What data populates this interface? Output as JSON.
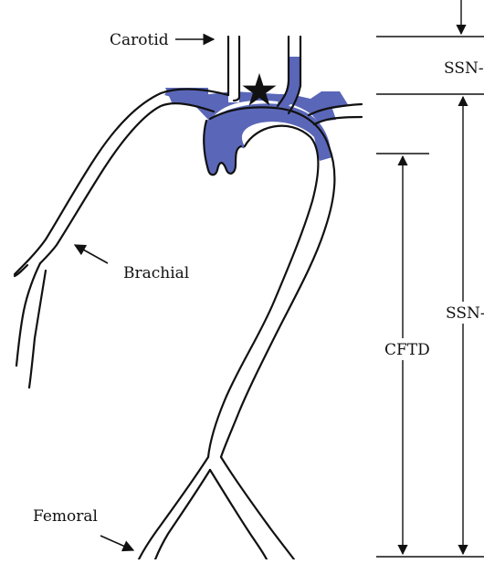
{
  "labels": {
    "carotid": "Carotid",
    "brachial": "Brachial",
    "femoral": "Femoral",
    "cftd": "CFTD",
    "ssn_c": "SSN-C",
    "ssn_f": "SSN-F"
  },
  "colors": {
    "stroke": "#111111",
    "fill": "#ffffff",
    "highlight": "#5a67b8",
    "marker": "#111111"
  },
  "icons": {
    "marker": "star-icon"
  }
}
